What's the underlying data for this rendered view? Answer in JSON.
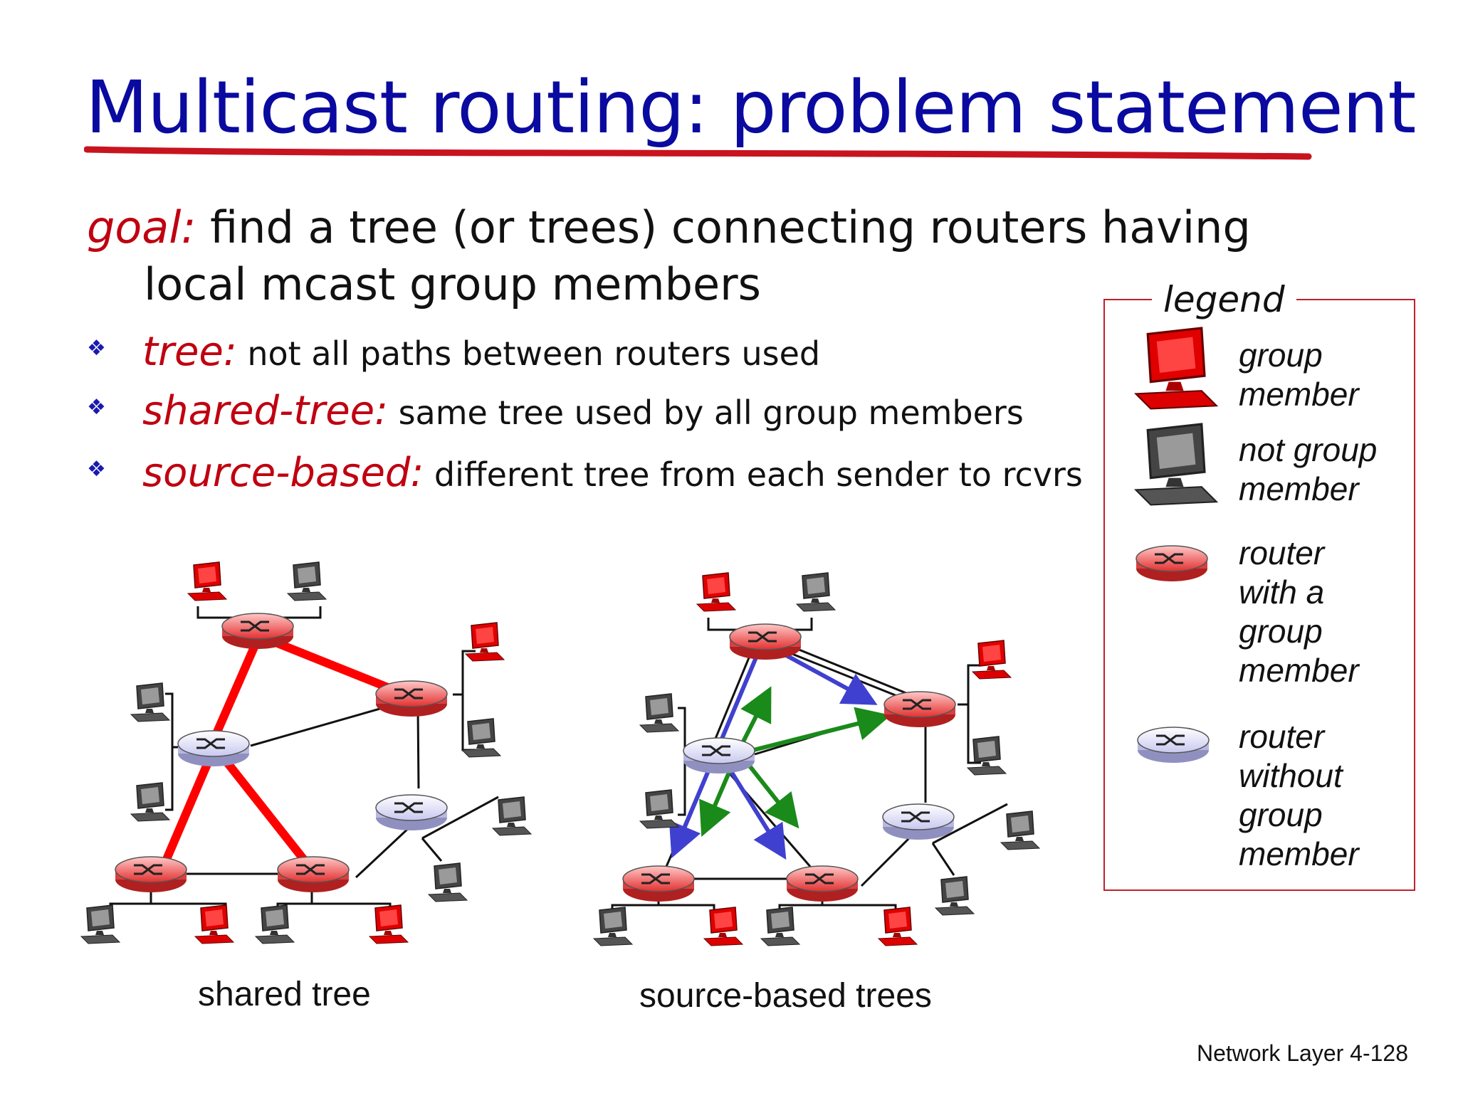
{
  "title": "Multicast routing: problem statement",
  "goal": {
    "label": "goal:",
    "text": " find a tree (or trees) connecting routers having",
    "text_cont": "local mcast group members"
  },
  "bullets": [
    {
      "term": "tree:",
      "text": " not all paths between routers used"
    },
    {
      "term": "shared-tree:",
      "text": " same tree used by all group members"
    },
    {
      "term": "source-based:",
      "text": " different tree from each sender to rcvrs"
    }
  ],
  "legend": {
    "title": "legend",
    "items": [
      {
        "icon": "red-computer-icon",
        "label": "group\nmember"
      },
      {
        "icon": "gray-computer-icon",
        "label": "not group\nmember"
      },
      {
        "icon": "red-router-icon",
        "label": "router\nwith a\ngroup\nmember"
      },
      {
        "icon": "lavender-router-icon",
        "label": "router\nwithout\ngroup\nmember"
      }
    ]
  },
  "captions": {
    "left": "shared tree",
    "right": "source-based trees"
  },
  "footer": {
    "label": "Network Layer",
    "page": "4-128"
  },
  "colors": {
    "title": "#0a0aa0",
    "accent": "#c00010",
    "tree": "#ff0000",
    "blue_arrow": "#4040d0",
    "green_arrow": "#1a8a1a"
  }
}
